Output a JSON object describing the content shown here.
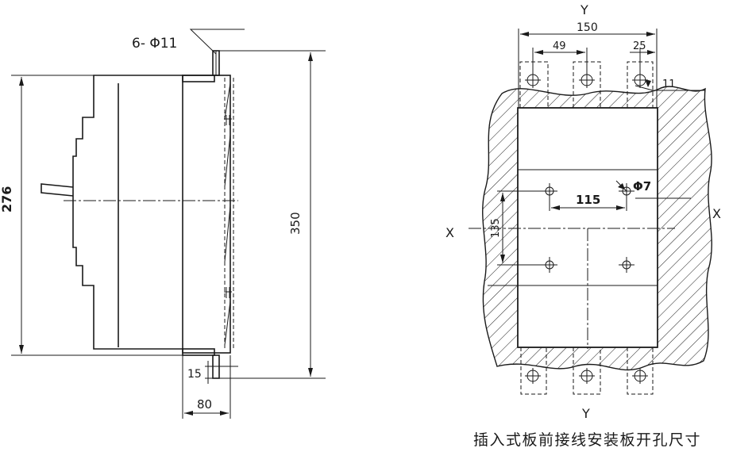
{
  "side_view": {
    "hole_spec": "6- Φ11",
    "dim_height_276": "276",
    "dim_height_350": "350",
    "dim_depth_80": "80",
    "dim_gap_15": "15"
  },
  "panel_cutout": {
    "axis_y_top": "Y",
    "axis_y_bottom": "Y",
    "axis_x_left": "X",
    "axis_x_right": "X",
    "dim_width_150": "150",
    "dim_spacing_49": "49",
    "dim_offset_25": "25",
    "dim_hole_11": "11",
    "dim_hole_phi7": "Φ7",
    "dim_spacing_115": "115",
    "dim_spacing_135": "135"
  },
  "caption": "插入式板前接线安装板开孔尺寸"
}
